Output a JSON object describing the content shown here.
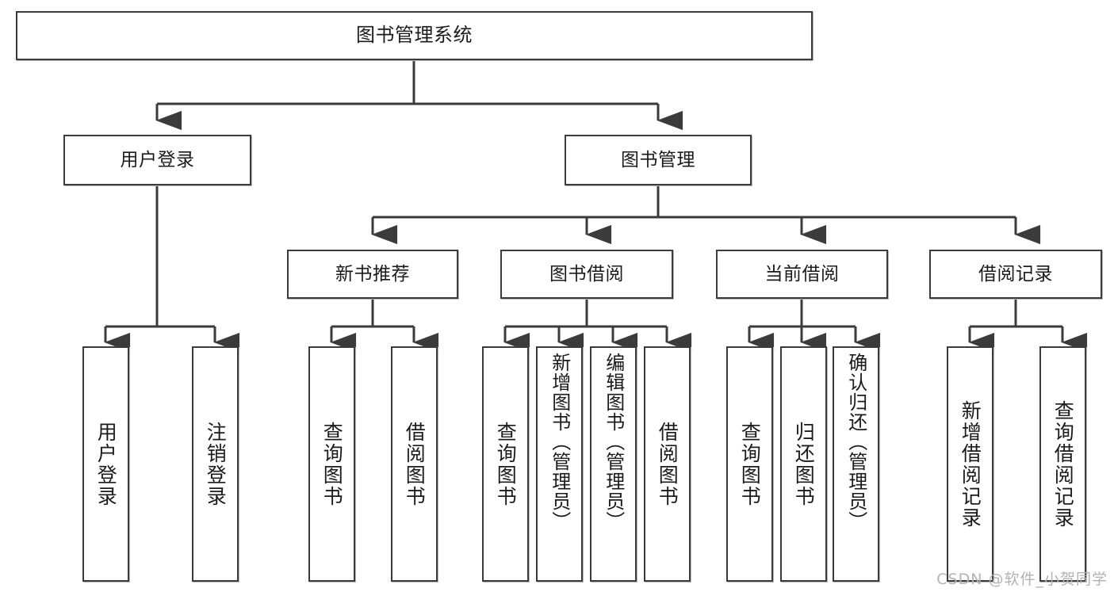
{
  "diagram": {
    "type": "tree-hierarchy-chart",
    "title": "图书管理系统",
    "line_color": "#3b3b3b",
    "box_fill": "#ffffff",
    "text_color": "#1b1b1b",
    "levels": 4,
    "nodes": {
      "root": {
        "label": "图书管理系统"
      },
      "level2": [
        {
          "label": "用户登录"
        },
        {
          "label": "图书管理"
        }
      ],
      "level3": [
        {
          "label": "新书推荐"
        },
        {
          "label": "图书借阅"
        },
        {
          "label": "当前借阅"
        },
        {
          "label": "借阅记录"
        }
      ],
      "leaves": {
        "user_login": [
          {
            "label": "用户登录"
          },
          {
            "label": "注销登录"
          }
        ],
        "new_book_recommend": [
          {
            "label": "查询图书"
          },
          {
            "label": "借阅图书"
          }
        ],
        "book_borrow": [
          {
            "label": "查询图书"
          },
          {
            "label": "新增图书（管理员）"
          },
          {
            "label": "编辑图书（管理员）"
          },
          {
            "label": "借阅图书"
          }
        ],
        "current_borrow": [
          {
            "label": "查询图书"
          },
          {
            "label": "归还图书"
          },
          {
            "label": "确认归还（管理员）"
          }
        ],
        "borrow_record": [
          {
            "label": "新增借阅记录"
          },
          {
            "label": "查询借阅记录"
          }
        ]
      }
    }
  },
  "watermark": {
    "text": "CSDN @软件_小贺同学"
  }
}
